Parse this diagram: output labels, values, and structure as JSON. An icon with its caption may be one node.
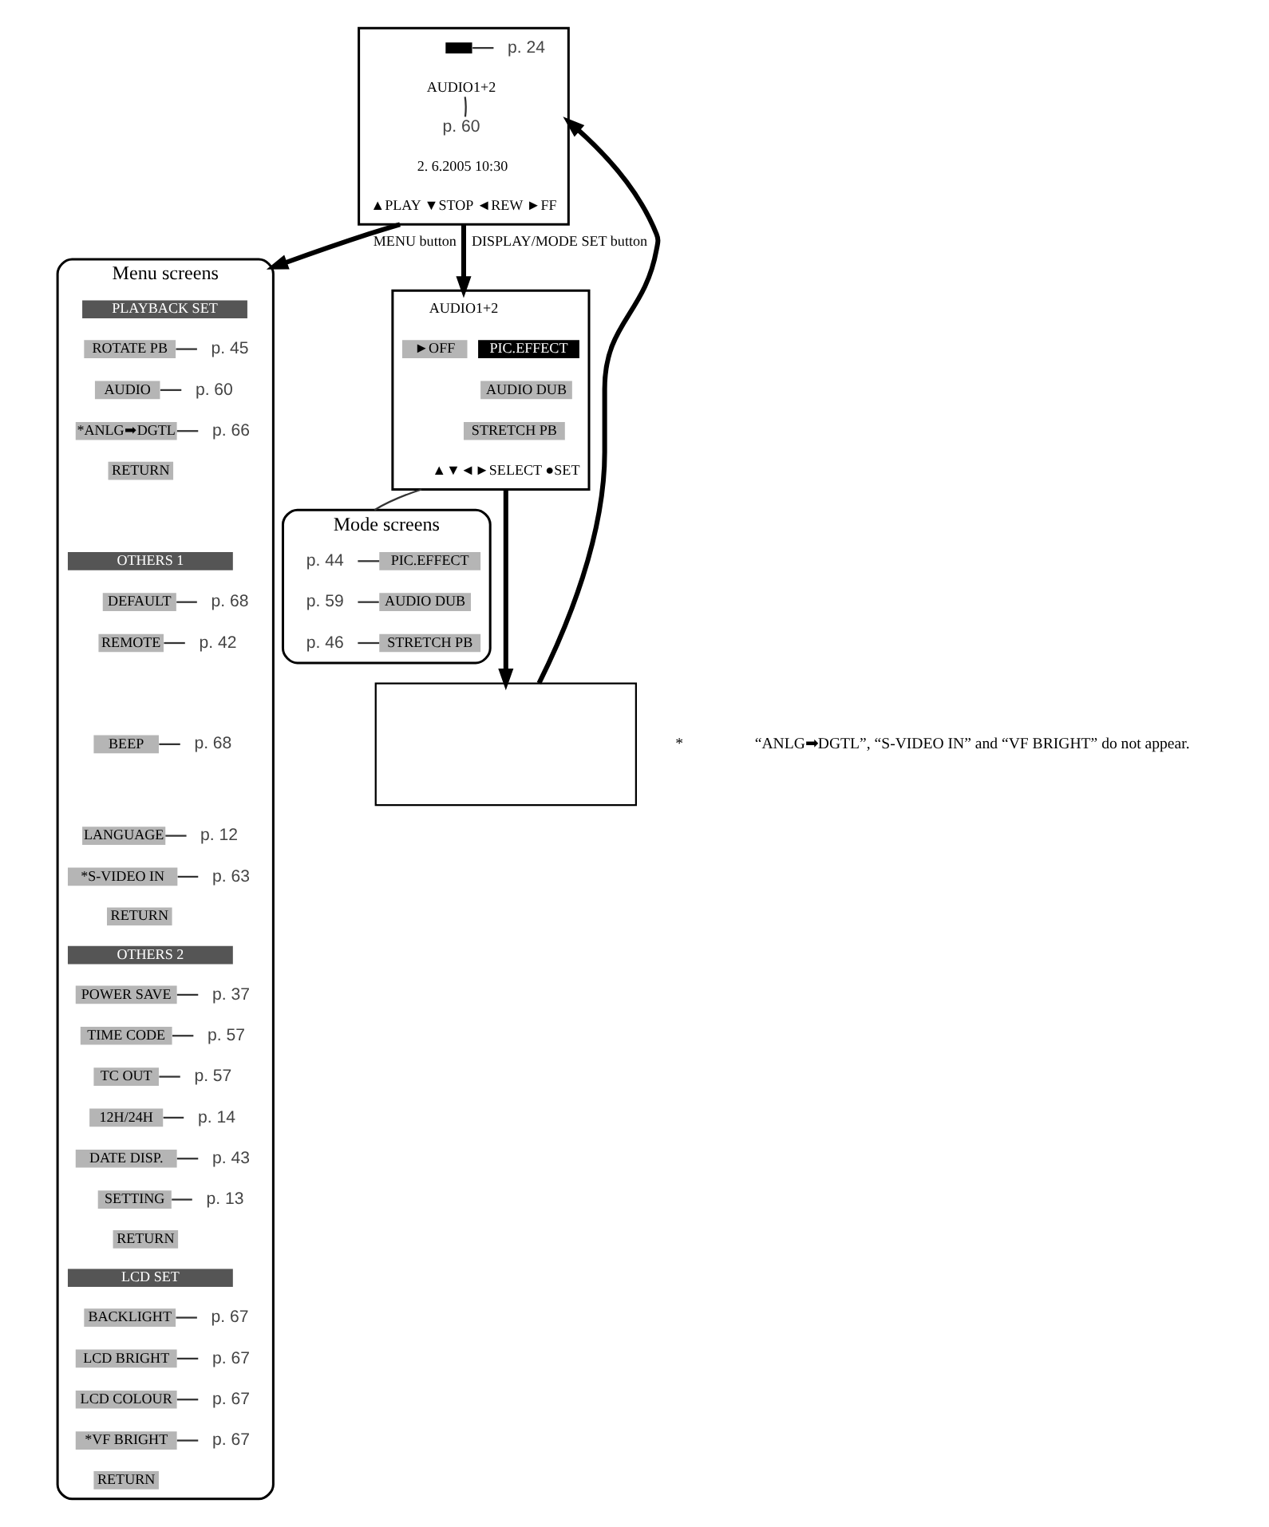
{
  "diagram": {
    "nodes": [
      {
        "text": [],
        "shape": "box"
      },
      {
        "text": [],
        "shape": "battery",
        "in": 0
      },
      {
        "text": [
          "p. 24"
        ],
        "in": 0
      },
      {
        "text": [
          "AUDIO1+2"
        ],
        "in": 0
      },
      {
        "text": [
          "p. 60"
        ],
        "in": 0
      },
      {
        "text": [
          "2. 6.2005 10:30"
        ],
        "in": 0
      },
      {
        "text": [
          "▲PLAY ▼STOP ◄REW ►FF"
        ],
        "in": 0
      },
      {
        "text": [],
        "shape": "box"
      },
      {
        "text": [
          "AUDIO1+2"
        ],
        "in": 7
      },
      {
        "text": [
          "PIC.EFFECT"
        ],
        "in": 7
      },
      {
        "text": [
          "►OFF"
        ],
        "in": 7
      },
      {
        "text": [
          "AUDIO DUB"
        ],
        "in": 7
      },
      {
        "text": [
          "STRETCH PB"
        ],
        "in": 7
      },
      {
        "text": [
          "▲▼◄►SELECT ●SET"
        ],
        "in": 7
      },
      {
        "text": [
          "Mode screens"
        ]
      },
      {
        "text": [
          "p. 44"
        ],
        "in": 14
      },
      {
        "text": [
          "PIC.EFFECT"
        ],
        "in": 14
      },
      {
        "text": [
          "p. 59"
        ],
        "in": 14
      },
      {
        "text": [
          "AUDIO DUB"
        ],
        "in": 14
      },
      {
        "text": [
          "p. 46"
        ],
        "in": 14
      },
      {
        "text": [
          "STRETCH PB"
        ],
        "in": 14
      },
      {
        "text": [],
        "shape": "box"
      },
      {
        "text": [
          "Menu screens"
        ]
      },
      {
        "text": [
          "PLAYBACK SET"
        ],
        "in": 22
      },
      {
        "text": [
          "ROTATE PB"
        ],
        "in": 22
      },
      {
        "text": [
          "p. 45"
        ],
        "in": 22
      },
      {
        "text": [
          "AUDIO"
        ],
        "in": 22
      },
      {
        "text": [
          "p. 60"
        ],
        "in": 22
      },
      {
        "text": [
          "*ANLG➡DGTL"
        ],
        "in": 22
      },
      {
        "text": [
          "p. 66"
        ],
        "in": 22
      },
      {
        "text": [
          "RETURN"
        ],
        "in": 22
      },
      {
        "text": [
          "OTHERS 1"
        ],
        "in": 22
      },
      {
        "text": [
          "DEFAULT"
        ],
        "in": 22
      },
      {
        "text": [
          "p. 68"
        ],
        "in": 22
      },
      {
        "text": [
          "REMOTE"
        ],
        "in": 22
      },
      {
        "text": [
          "p. 42"
        ],
        "in": 22
      },
      {
        "text": [
          "BEEP"
        ],
        "in": 22
      },
      {
        "text": [
          "p. 68"
        ],
        "in": 22
      },
      {
        "text": [
          "LANGUAGE"
        ],
        "in": 22
      },
      {
        "text": [
          "p. 12"
        ],
        "in": 22
      },
      {
        "text": [
          "*S-VIDEO IN"
        ],
        "in": 22
      },
      {
        "text": [
          "p. 63"
        ],
        "in": 22
      },
      {
        "text": [
          "RETURN"
        ],
        "in": 22
      },
      {
        "text": [
          "OTHERS 2"
        ],
        "in": 22
      },
      {
        "text": [
          "p. 37"
        ],
        "in": 22
      },
      {
        "text": [
          "POWER SAVE"
        ],
        "in": 22
      },
      {
        "text": [
          "TIME CODE"
        ],
        "in": 22
      },
      {
        "text": [
          "p. 57"
        ],
        "in": 22
      },
      {
        "text": [
          "TC OUT"
        ],
        "in": 22
      },
      {
        "text": [
          "p. 57"
        ],
        "in": 22
      },
      {
        "text": [
          "12H/24H"
        ],
        "in": 22
      },
      {
        "text": [
          "p. 14"
        ],
        "in": 22
      },
      {
        "text": [
          "DATE DISP."
        ],
        "in": 22
      },
      {
        "text": [
          "p. 43"
        ],
        "in": 22
      },
      {
        "text": [
          "SETTING"
        ],
        "in": 22
      },
      {
        "text": [
          "p. 13"
        ],
        "in": 22
      },
      {
        "text": [
          "RETURN"
        ],
        "in": 22
      },
      {
        "text": [
          "LCD SET"
        ],
        "in": 22
      },
      {
        "text": [
          "BACKLIGHT"
        ],
        "in": 22
      },
      {
        "text": [
          "p. 67"
        ],
        "in": 22
      },
      {
        "text": [
          "LCD BRIGHT"
        ],
        "in": 22
      },
      {
        "text": [
          "p. 67"
        ],
        "in": 22
      },
      {
        "text": [
          "LCD COLOUR"
        ],
        "in": 22
      },
      {
        "text": [
          "p. 67"
        ],
        "in": 22
      },
      {
        "text": [
          "*VF BRIGHT"
        ],
        "in": 22
      },
      {
        "text": [
          "p. 67"
        ],
        "in": 22
      },
      {
        "text": [
          "RETURN"
        ],
        "in": 22
      }
    ],
    "edges": [
      {
        "from": 0,
        "to": 7,
        "arrow": "to",
        "label": "DISPLAY/MODE SET button",
        "style": "thick"
      },
      {
        "from": 0,
        "to": 22,
        "arrow": "to",
        "label": "MENU button",
        "style": "thick"
      },
      {
        "from": 7,
        "to": 21,
        "arrow": "to",
        "style": "thick"
      },
      {
        "from": 21,
        "to": 0,
        "arrow": "to",
        "style": "thick"
      },
      {
        "from": 7,
        "to": 14,
        "arrow": "none"
      },
      {
        "from": 1,
        "to": 2,
        "arrow": "none"
      },
      {
        "from": 3,
        "to": 4,
        "arrow": "none"
      },
      {
        "from": 15,
        "to": 16,
        "arrow": "none"
      },
      {
        "from": 17,
        "to": 18,
        "arrow": "none"
      },
      {
        "from": 19,
        "to": 20,
        "arrow": "none"
      },
      {
        "from": 24,
        "to": 25,
        "arrow": "none"
      },
      {
        "from": 26,
        "to": 27,
        "arrow": "none"
      },
      {
        "from": 28,
        "to": 29,
        "arrow": "none"
      },
      {
        "from": 32,
        "to": 33,
        "arrow": "none"
      },
      {
        "from": 34,
        "to": 35,
        "arrow": "none"
      },
      {
        "from": 36,
        "to": 37,
        "arrow": "none"
      },
      {
        "from": 38,
        "to": 39,
        "arrow": "none"
      },
      {
        "from": 40,
        "to": 41,
        "arrow": "none"
      },
      {
        "from": 45,
        "to": 44,
        "arrow": "none"
      },
      {
        "from": 46,
        "to": 47,
        "arrow": "none"
      },
      {
        "from": 48,
        "to": 49,
        "arrow": "none"
      },
      {
        "from": 50,
        "to": 51,
        "arrow": "none"
      },
      {
        "from": 52,
        "to": 53,
        "arrow": "none"
      },
      {
        "from": 54,
        "to": 55,
        "arrow": "none"
      },
      {
        "from": 58,
        "to": 59,
        "arrow": "none"
      },
      {
        "from": 60,
        "to": 61,
        "arrow": "none"
      },
      {
        "from": 62,
        "to": 63,
        "arrow": "none"
      },
      {
        "from": 64,
        "to": 65,
        "arrow": "none"
      }
    ],
    "labels": [
      "*",
      "“ANLG➡DGTL”, “S-VIDEO IN” and “VF BRIGHT” do not appear."
    ]
  }
}
